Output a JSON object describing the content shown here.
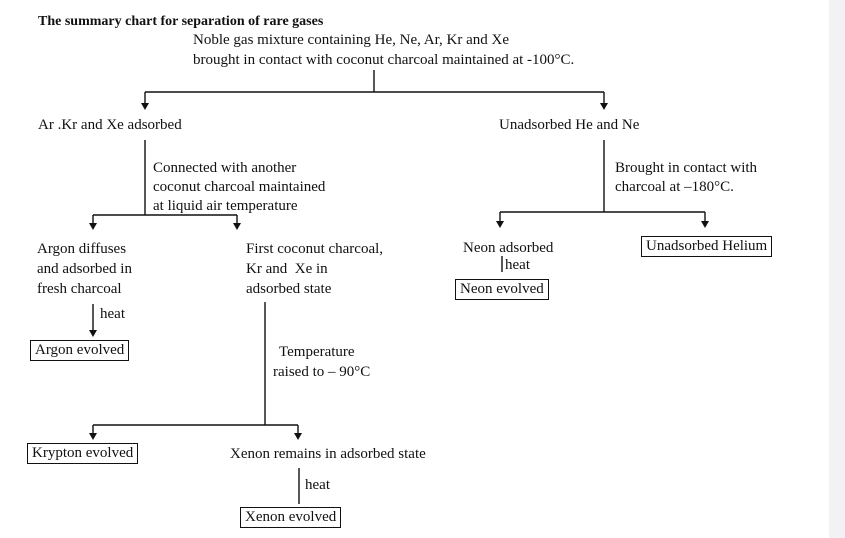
{
  "title": "The summary chart for separation of rare gases",
  "root": {
    "line1": "Noble gas mixture containing He, Ne, Ar, Kr and Xe",
    "line2": "brought in contact with coconut charcoal maintained at -100°C."
  },
  "left_branch": {
    "label": "Ar .Kr and Xe adsorbed",
    "step": [
      "Connected with another",
      "coconut charcoal maintained",
      "at liquid air temperature"
    ],
    "argon": {
      "text": [
        "Argon diffuses",
        "and adsorbed in",
        "fresh charcoal"
      ],
      "heat": "heat",
      "result": "Argon evolved"
    },
    "kr_xe": {
      "text": [
        "First coconut charcoal,",
        "Kr and  Xe in",
        "adsorbed state"
      ],
      "step": [
        "Temperature",
        "raised to – 90°C"
      ],
      "krypton_result": "Krypton evolved",
      "xenon_text": "Xenon remains in adsorbed state",
      "heat": "heat",
      "xenon_result": "Xenon evolved"
    }
  },
  "right_branch": {
    "label": "Unadsorbed He and Ne",
    "step": [
      "Brought in contact with",
      "charcoal at –180°C."
    ],
    "neon": {
      "text": "Neon adsorbed",
      "heat": "heat",
      "result": "Neon evolved"
    },
    "helium_result": "Unadsorbed Helium"
  }
}
